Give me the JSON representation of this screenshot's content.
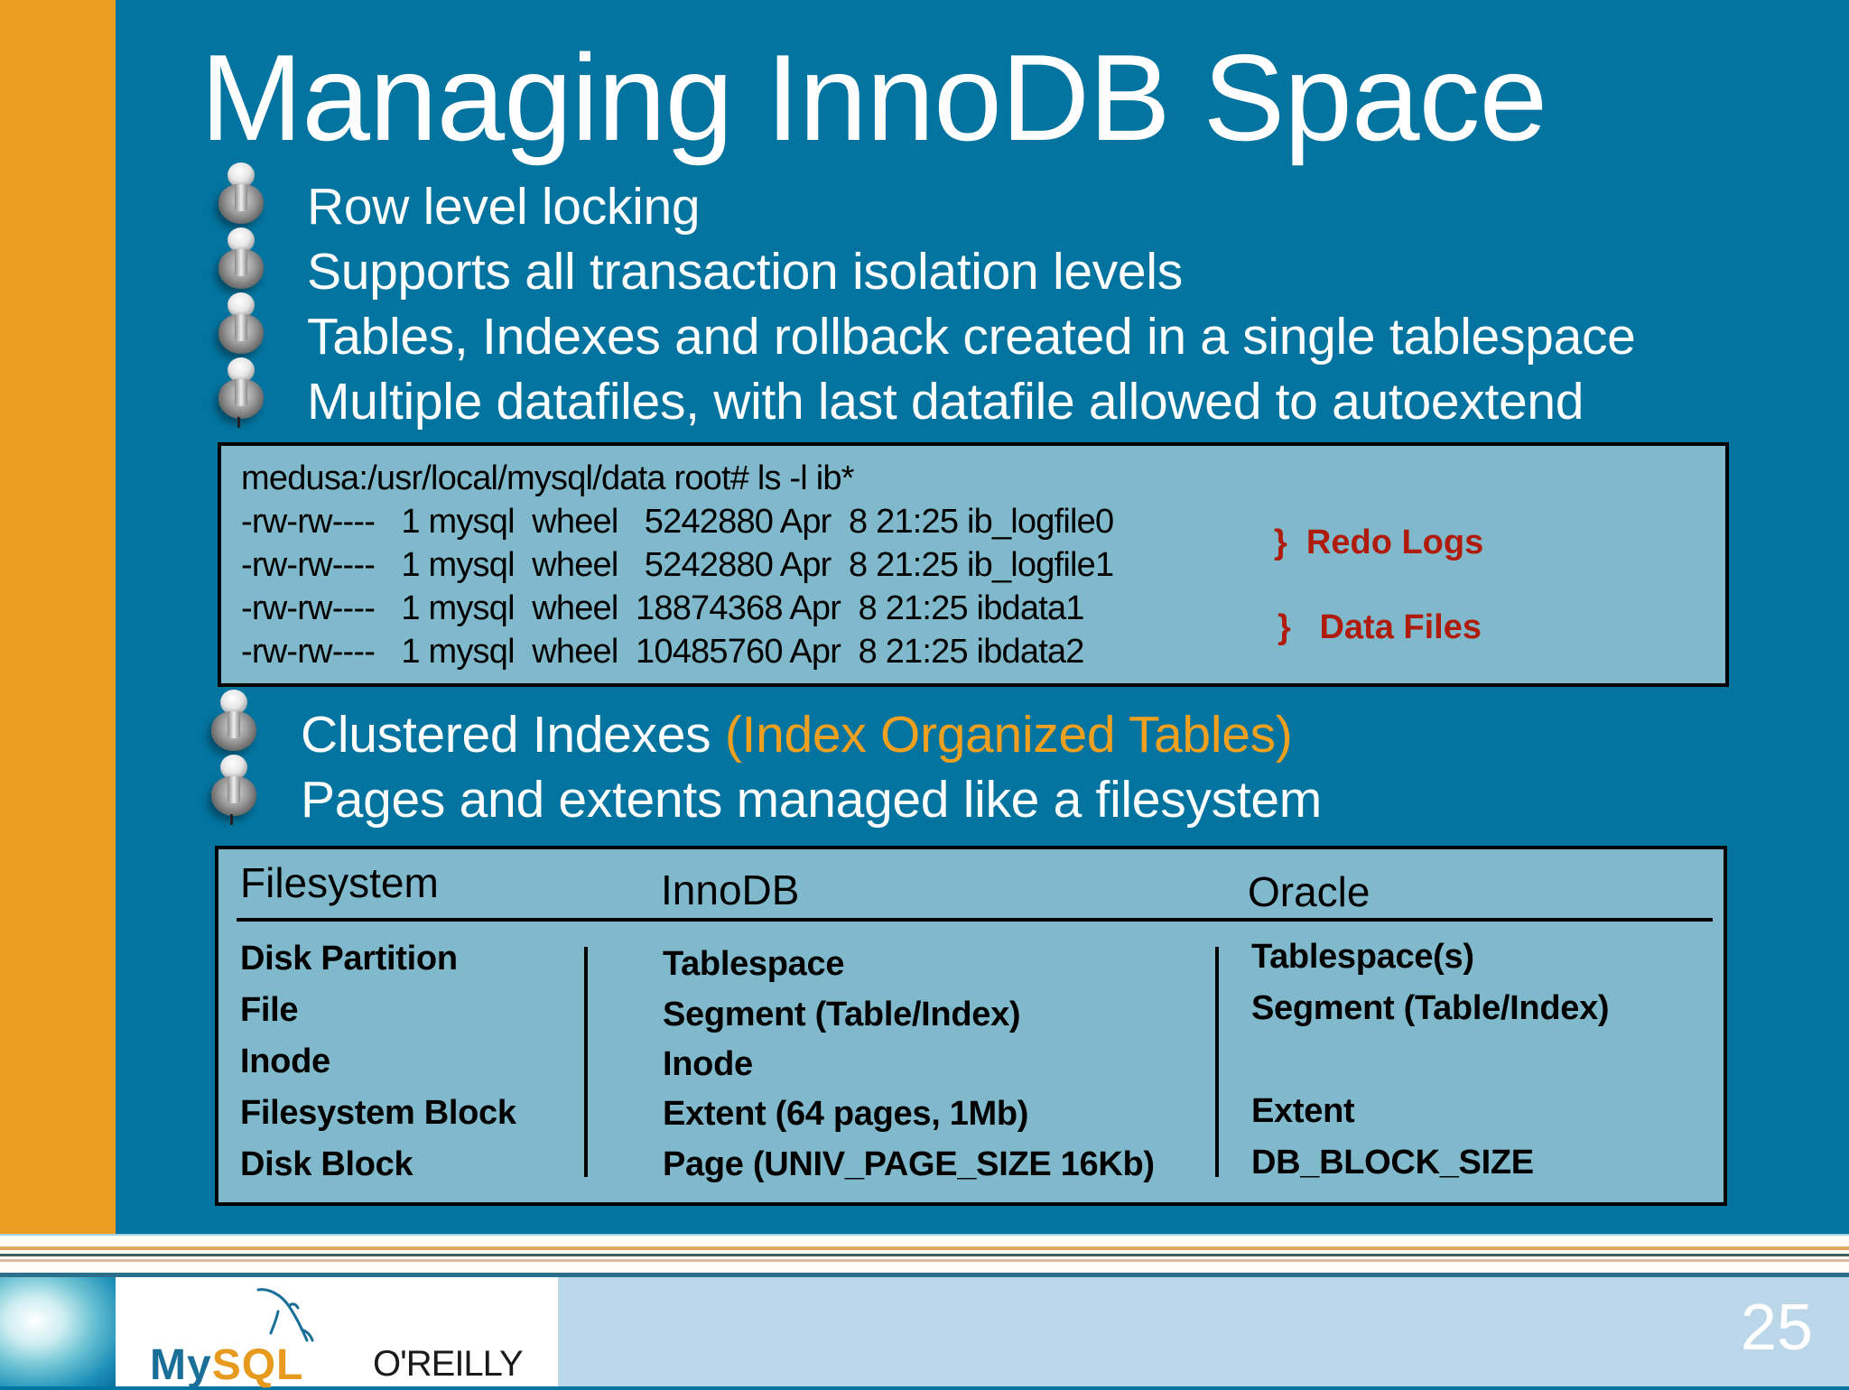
{
  "slide": {
    "title": "Managing InnoDB Space",
    "page_number": "25",
    "colors": {
      "background_blue": "#03749f",
      "left_bar_orange": "#eb9e23",
      "panel_light_blue": "#80b9cc",
      "highlight_orange": "#f0a020",
      "label_red": "#b01c0c",
      "footer_blue": "#bbd7e9"
    }
  },
  "bullets_top": [
    {
      "text": "Row level locking"
    },
    {
      "text": "Supports all transaction isolation levels"
    },
    {
      "text": "Tables, Indexes and rollback created in a single tablespace"
    },
    {
      "text": "Multiple datafiles, with last datafile allowed to autoextend"
    }
  ],
  "terminal": {
    "command": "medusa:/usr/local/mysql/data root# ls -l ib*",
    "rows": [
      "-rw-rw----   1 mysql  wheel   5242880 Apr  8 21:25 ib_logfile0",
      "-rw-rw----   1 mysql  wheel   5242880 Apr  8 21:25 ib_logfile1",
      "-rw-rw----   1 mysql  wheel  18874368 Apr  8 21:25 ibdata1",
      "-rw-rw----   1 mysql  wheel  10485760 Apr  8 21:25 ibdata2"
    ],
    "labels": {
      "redo": "}  Redo Logs",
      "data": "}   Data Files"
    }
  },
  "bullets_bottom": [
    {
      "text": "Clustered Indexes ",
      "highlight": "(Index Organized Tables)"
    },
    {
      "text": "Pages and extents managed like a filesystem"
    }
  ],
  "comparison": {
    "headers": [
      "Filesystem",
      "InnoDB",
      "Oracle"
    ],
    "filesystem": [
      "Disk Partition",
      "File",
      "Inode",
      "Filesystem Block",
      "Disk Block"
    ],
    "innodb": [
      "Tablespace",
      "Segment (Table/Index)",
      "Inode",
      "Extent (64 pages, 1Mb)",
      "Page (UNIV_PAGE_SIZE 16Kb)"
    ],
    "oracle": [
      "Tablespace(s)",
      "Segment (Table/Index)",
      "",
      "Extent",
      "DB_BLOCK_SIZE"
    ]
  },
  "footer": {
    "mysql_my": "My",
    "mysql_sql": "SQL",
    "publisher": "O'REILLY"
  }
}
